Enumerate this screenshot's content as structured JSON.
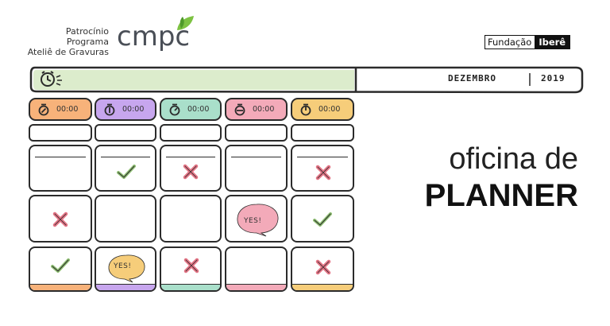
{
  "header": {
    "sponsor_line1": "Patrocínio Programa",
    "sponsor_line2": "Ateliê de Gravuras",
    "sponsor_brand": "cmpc",
    "org_part1": "Fundação",
    "org_part2": "Iberê"
  },
  "planner": {
    "month": "DEZEMBRO",
    "year": "2019",
    "timers": [
      {
        "time": "00:00",
        "color": "#f7b27a"
      },
      {
        "time": "00:00",
        "color": "#c7a6ee"
      },
      {
        "time": "00:00",
        "color": "#a9dfca"
      },
      {
        "time": "00:00",
        "color": "#f3aab9"
      },
      {
        "time": "00:00",
        "color": "#f6cd7a"
      }
    ],
    "yes_label": "YES!",
    "header_bar_color": "#dceccc",
    "cross_color": "#e37384",
    "check_color": "#8fbf73",
    "yes_pink": "#f3aab9",
    "yes_yellow": "#f6cd7a"
  },
  "title": {
    "line1": "oficina de",
    "line2": "PLANNER"
  }
}
